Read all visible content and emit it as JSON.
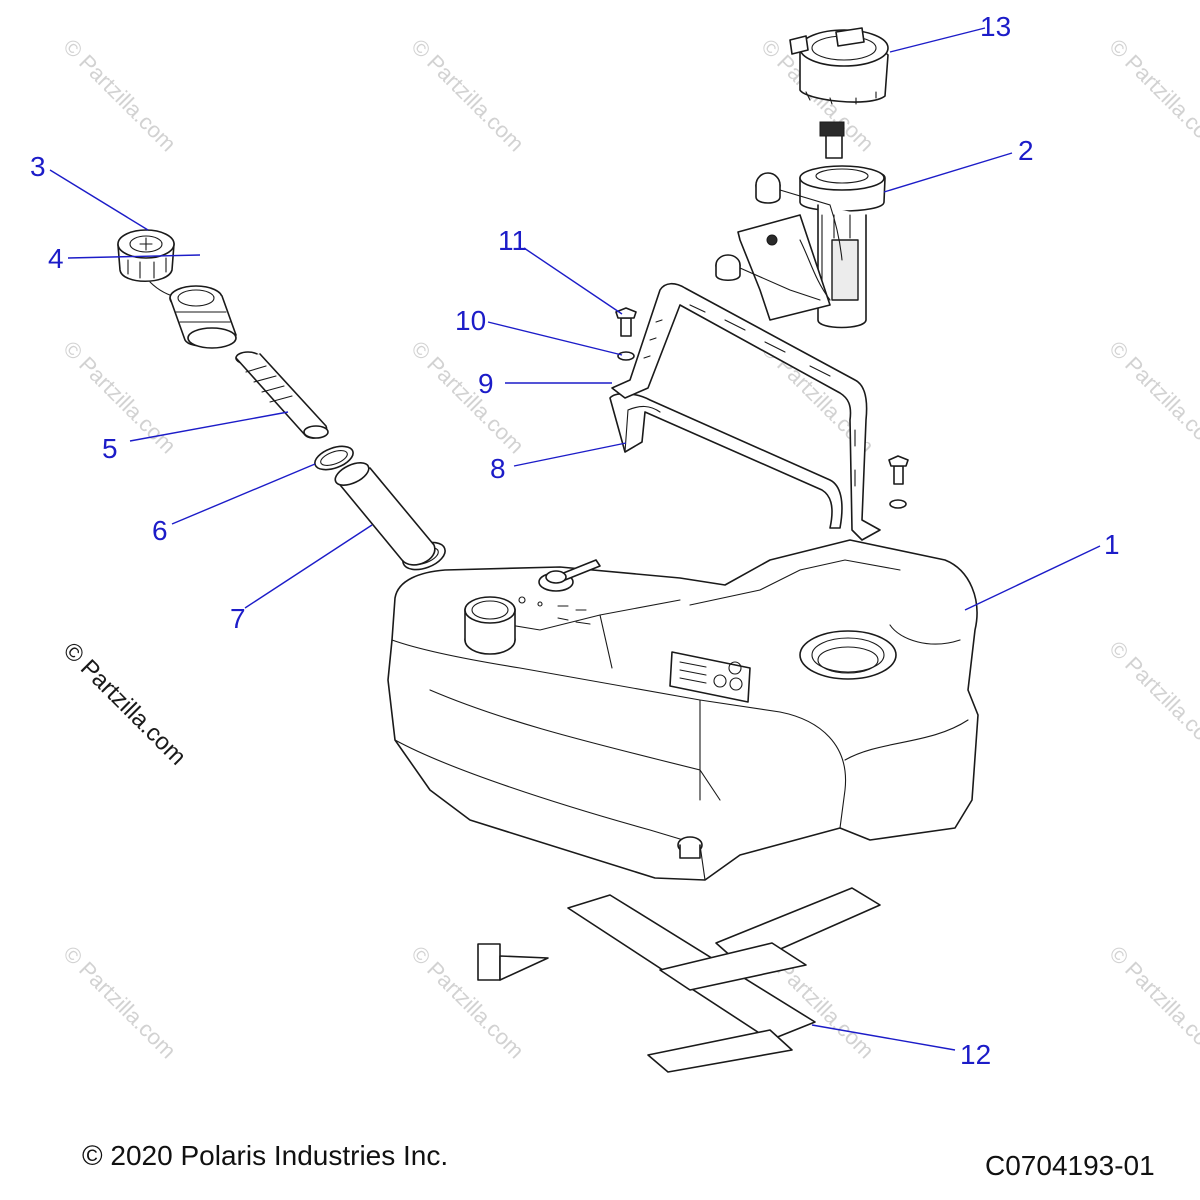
{
  "watermark": {
    "tile_text": "© Partzilla.com",
    "corner_text": "© Partzilla.com"
  },
  "callouts": [
    "1",
    "2",
    "3",
    "4",
    "5",
    "6",
    "7",
    "8",
    "9",
    "10",
    "11",
    "12",
    "13"
  ],
  "footer": {
    "copyright": "© 2020 Polaris Industries Inc.",
    "drawing_number": "C0704193-01"
  }
}
